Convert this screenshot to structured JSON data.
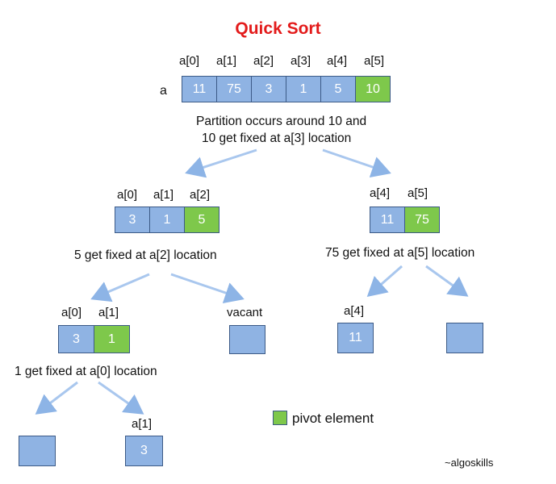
{
  "title": "Quick Sort",
  "array_name": "a",
  "root": {
    "indices": [
      "a[0]",
      "a[1]",
      "a[2]",
      "a[3]",
      "a[4]",
      "a[5]"
    ],
    "values": [
      "11",
      "75",
      "3",
      "1",
      "5",
      "10"
    ],
    "caption_line1": "Partition occurs around 10 and",
    "caption_line2": "10 get fixed at a[3] location"
  },
  "left": {
    "indices": [
      "a[0]",
      "a[1]",
      "a[2]"
    ],
    "values": [
      "3",
      "1",
      "5"
    ],
    "caption": "5 get fixed at a[2] location"
  },
  "right": {
    "indices": [
      "a[4]",
      "a[5]"
    ],
    "values": [
      "11",
      "75"
    ],
    "caption": "75 get fixed at a[5] location"
  },
  "left_left": {
    "indices": [
      "a[0]",
      "a[1]"
    ],
    "values": [
      "3",
      "1"
    ],
    "caption": "1 get fixed at a[0] location"
  },
  "left_right": {
    "label": "vacant"
  },
  "right_left": {
    "index": "a[4]",
    "value": "11"
  },
  "bottom": {
    "index": "a[1]",
    "value": "3"
  },
  "legend": {
    "label": "pivot element",
    "pivot_color": "#7ec84b",
    "cell_color": "#8fb3e3"
  },
  "credit": "~algoskills"
}
